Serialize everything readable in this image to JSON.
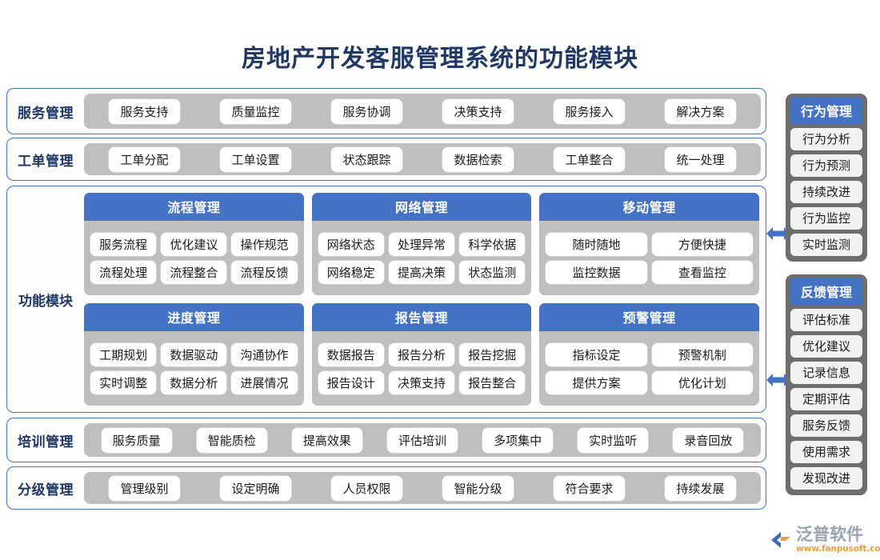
{
  "title": "房地产开发客服管理系统的功能模块",
  "top_rows": [
    {
      "label": "服务管理",
      "items": [
        "服务支持",
        "质量监控",
        "服务协调",
        "决策支持",
        "服务接入",
        "解决方案"
      ]
    },
    {
      "label": "工单管理",
      "items": [
        "工单分配",
        "工单设置",
        "状态跟踪",
        "数据检索",
        "工单整合",
        "统一处理"
      ]
    }
  ],
  "panel": {
    "label": "功能模块",
    "modules": [
      {
        "title": "流程管理",
        "rows": [
          [
            "服务流程",
            "优化建议",
            "操作规范"
          ],
          [
            "流程处理",
            "流程整合",
            "流程反馈"
          ]
        ]
      },
      {
        "title": "网络管理",
        "rows": [
          [
            "网络状态",
            "处理异常",
            "科学依据"
          ],
          [
            "网络稳定",
            "提高决策",
            "状态监测"
          ]
        ]
      },
      {
        "title": "移动管理",
        "rows": [
          [
            "随时随地",
            "方便快捷"
          ],
          [
            "监控数据",
            "查看监控"
          ]
        ]
      },
      {
        "title": "进度管理",
        "rows": [
          [
            "工期规划",
            "数据驱动",
            "沟通协作"
          ],
          [
            "实时调整",
            "数据分析",
            "进展情况"
          ]
        ]
      },
      {
        "title": "报告管理",
        "rows": [
          [
            "数据报告",
            "报告分析",
            "报告挖掘"
          ],
          [
            "报告设计",
            "决策支持",
            "报告整合"
          ]
        ]
      },
      {
        "title": "预警管理",
        "rows": [
          [
            "指标设定",
            "预警机制"
          ],
          [
            "提供方案",
            "优化计划"
          ]
        ]
      }
    ]
  },
  "bottom_rows": [
    {
      "label": "培训管理",
      "items": [
        "服务质量",
        "智能质检",
        "提高效果",
        "评估培训",
        "多项集中",
        "实时监听",
        "录音回放"
      ]
    },
    {
      "label": "分级管理",
      "items": [
        "管理级别",
        "设定明确",
        "人员权限",
        "智能分级",
        "符合要求",
        "持续发展"
      ]
    }
  ],
  "side_columns": [
    {
      "title": "行为管理",
      "items": [
        "行为分析",
        "行为预测",
        "持续改进",
        "行为监控",
        "实时监测"
      ]
    },
    {
      "title": "反馈管理",
      "items": [
        "评估标准",
        "优化建议",
        "记录信息",
        "定期评估",
        "服务反馈",
        "使用需求",
        "发现改进"
      ]
    }
  ],
  "logo": {
    "name": "泛普软件",
    "url": "www.fanpusoft.com"
  },
  "colors": {
    "accent_blue": "#4472C4",
    "title_navy": "#1F3864",
    "band_gray": "#BFBFBF",
    "side_gray": "#6E6E6E",
    "pill_white": "#FFFFFF",
    "logo_orange": "#E8A03C"
  }
}
